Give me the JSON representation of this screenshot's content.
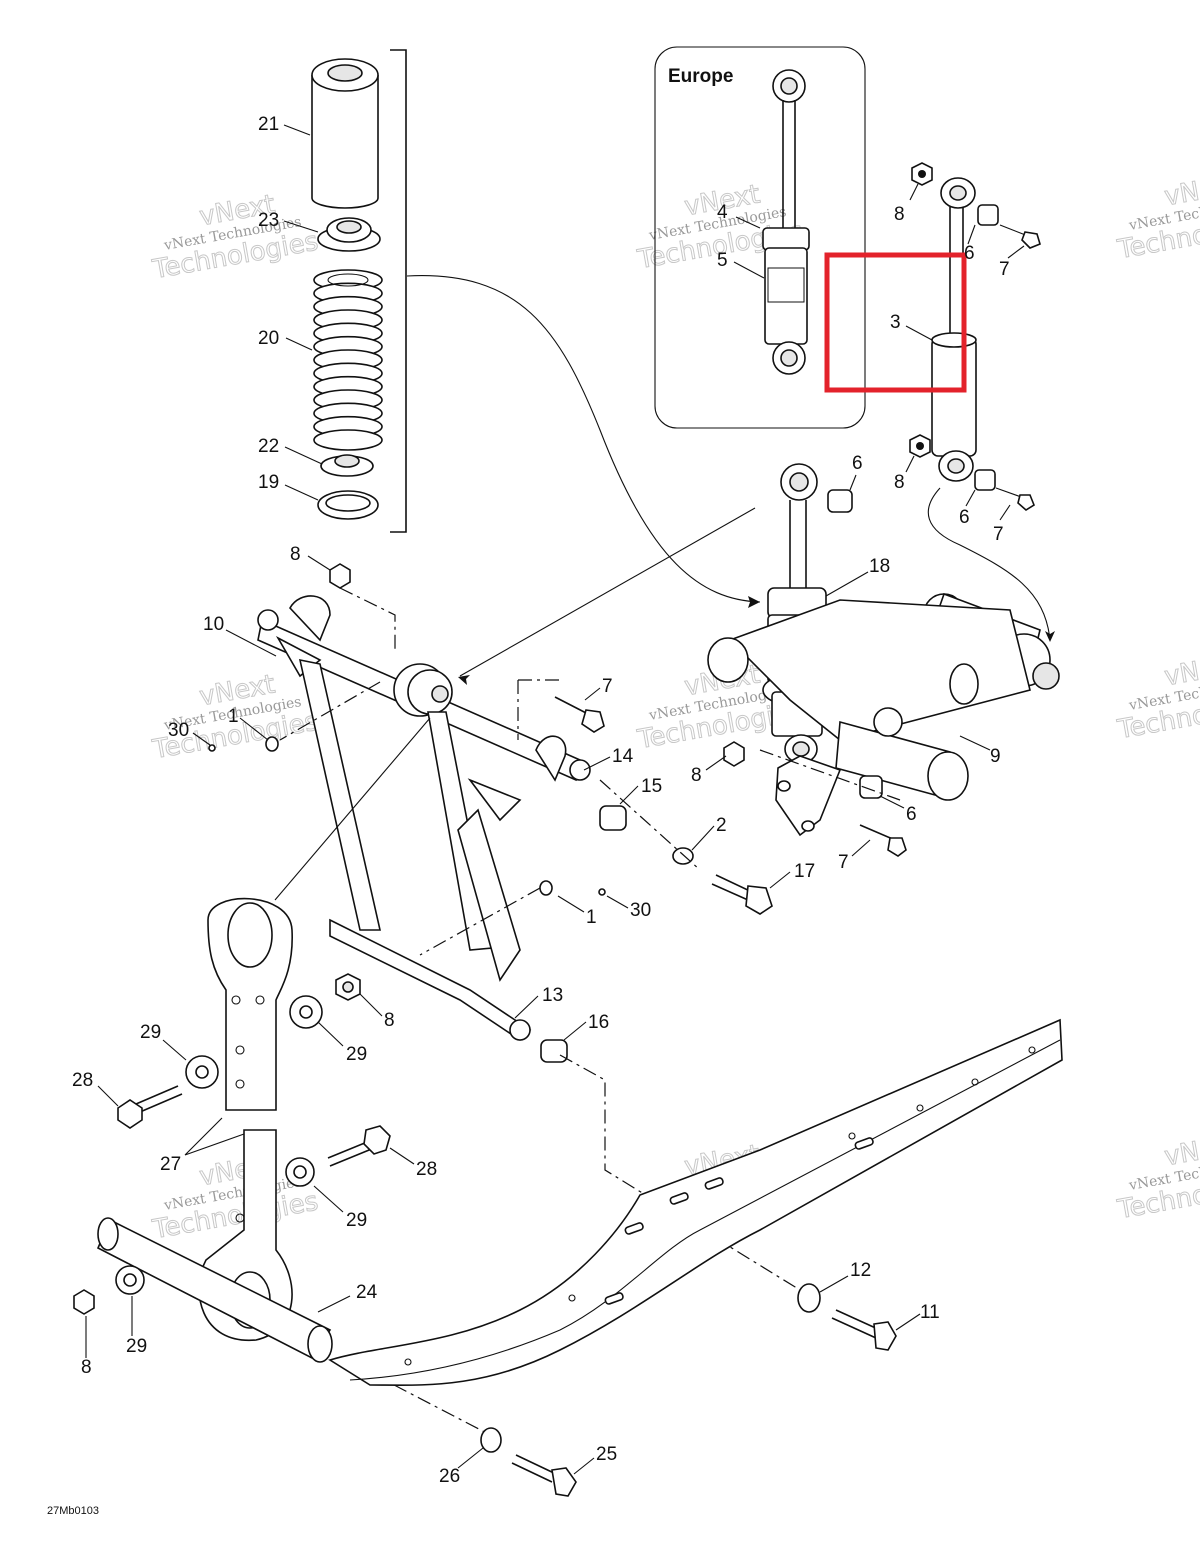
{
  "inset": {
    "title": "Europe"
  },
  "drawing_id": "27Mb0103",
  "watermark": {
    "company": "vNext Technologies",
    "large_text": "Technologies",
    "large_brand": "vNext"
  },
  "highlight": {
    "color": "#e3222b",
    "part": "3"
  },
  "labels": {
    "p21": "21",
    "p23": "23",
    "p20": "20",
    "p22": "22",
    "p19": "19",
    "p8a": "8",
    "p10": "10",
    "p1a": "1",
    "p30a": "30",
    "p7a": "7",
    "p14": "14",
    "p15": "15",
    "p2": "2",
    "p17": "17",
    "p1b": "1",
    "p30b": "30",
    "p13": "13",
    "p16": "16",
    "p8b": "8",
    "p29a": "29",
    "p29b": "29",
    "p28a": "28",
    "p27": "27",
    "p28b": "28",
    "p29c": "29",
    "p24": "24",
    "p8c": "8",
    "p29d": "29",
    "p26": "26",
    "p25": "25",
    "p12": "12",
    "p11": "11",
    "p4": "4",
    "p5": "5",
    "p3": "3",
    "p8d": "8",
    "p6a": "6",
    "p7b": "7",
    "p8e": "8",
    "p6b": "6",
    "p7c": "7",
    "p6c": "6",
    "p18": "18",
    "p9": "9",
    "p8f": "8",
    "p6d": "6",
    "p7d": "7"
  }
}
